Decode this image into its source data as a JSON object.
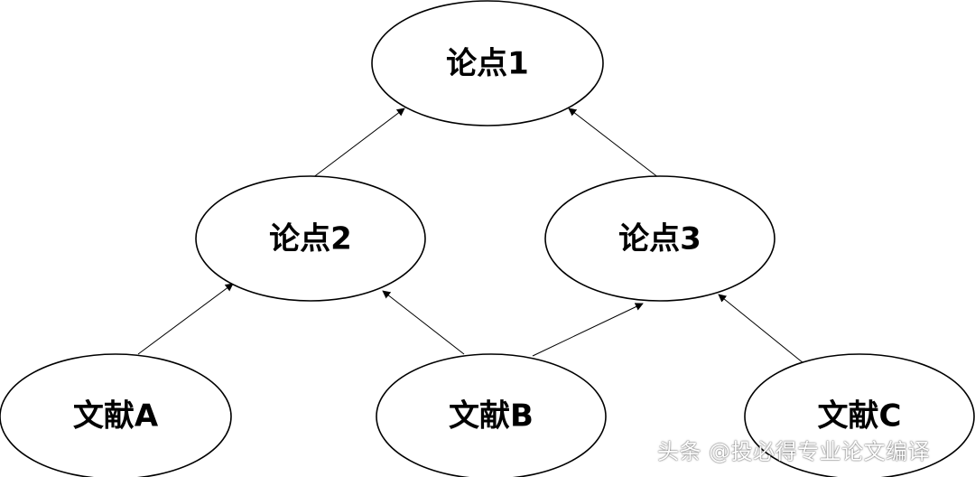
{
  "nodes": {
    "point1": "论点1",
    "point2": "论点2",
    "point3": "论点3",
    "docA": "文献A",
    "docB": "文献B",
    "docC": "文献C"
  },
  "edges": [
    {
      "from": "point2",
      "to": "point1"
    },
    {
      "from": "point3",
      "to": "point1"
    },
    {
      "from": "docA",
      "to": "point2"
    },
    {
      "from": "docB",
      "to": "point2"
    },
    {
      "from": "docB",
      "to": "point3"
    },
    {
      "from": "docC",
      "to": "point3"
    }
  ],
  "watermark": "头条 @投必得专业论文编译",
  "colors": {
    "stroke": "#000000",
    "fill": "#ffffff"
  }
}
